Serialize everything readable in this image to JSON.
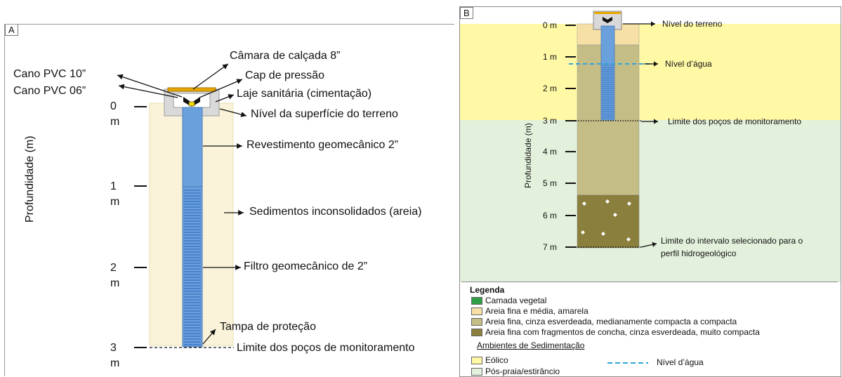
{
  "panel_a": {
    "tag": "A",
    "y_axis_label": "Profundidade (m)",
    "depth_ticks": [
      {
        "value": "0",
        "unit": "m"
      },
      {
        "value": "1",
        "unit": "m"
      },
      {
        "value": "2",
        "unit": "m"
      },
      {
        "value": "3",
        "unit": "m"
      }
    ],
    "labels": {
      "camara": "Câmara de calçada 8”",
      "cap": "Cap de pressão",
      "cano10": "Cano PVC 10”",
      "cano06": "Cano PVC 06”",
      "laje": "Laje sanitária (cimentação)",
      "nivel_superficie": "Nível da superfície do terreno",
      "revestimento": "Revestimento geomecânico 2”",
      "sedimentos": "Sedimentos inconsolidados (areia)",
      "filtro": "Filtro geomecânico de 2”",
      "tampa": "Tampa de proteção",
      "limite": "Limite dos poços de monitoramento"
    },
    "colors": {
      "sand": "#fbf3d9",
      "pipe": "#6aa0dc",
      "filter_lines": "#2a64b8",
      "box": "#d9d9d9",
      "cap": "#e8a800"
    }
  },
  "panel_b": {
    "tag": "B",
    "y_axis_label": "Profundidade (m)",
    "depth_ticks": [
      "0 m",
      "1 m",
      "2 m",
      "3 m",
      "4 m",
      "5 m",
      "6 m",
      "7 m"
    ],
    "labels": {
      "nivel_terreno": "Nível do terreno",
      "nivel_agua": "Nível d’água",
      "limite_pocos": "Limite dos poços de monitoramento",
      "limite_intervalo_1": "Limite do intervalo selecionado para o",
      "limite_intervalo_2": "perfil hidrogeológico"
    },
    "colors": {
      "eolico": "#fff9a6",
      "pos_praia": "#e3f1dc",
      "areia_amarela": "#f7e0a5",
      "areia_cinza": "#c5bd86",
      "areia_concha": "#8a7f3c",
      "water_line": "#2fa6d8"
    }
  },
  "legend": {
    "title": "Legenda",
    "items": [
      {
        "label": "Camada vegetal",
        "color": "#2f9e44"
      },
      {
        "label": "Areia fina e média, amarela",
        "color": "#f7e0a5"
      },
      {
        "label": "Areia fina, cinza esverdeada, medianamente compacta a compacta",
        "color": "#c5bd86"
      },
      {
        "label": "Areia fina com fragmentos de concha, cinza esverdeada, muito compacta",
        "color": "#8a7f3c"
      }
    ],
    "amb_title": "Ambientes de Sedimentação",
    "amb_items": [
      {
        "label": "Eólico",
        "color": "#fff9a6"
      },
      {
        "label": "Pós-praia/estirâncio",
        "color": "#e3f1dc"
      }
    ],
    "water_label": "Nível d’água"
  }
}
